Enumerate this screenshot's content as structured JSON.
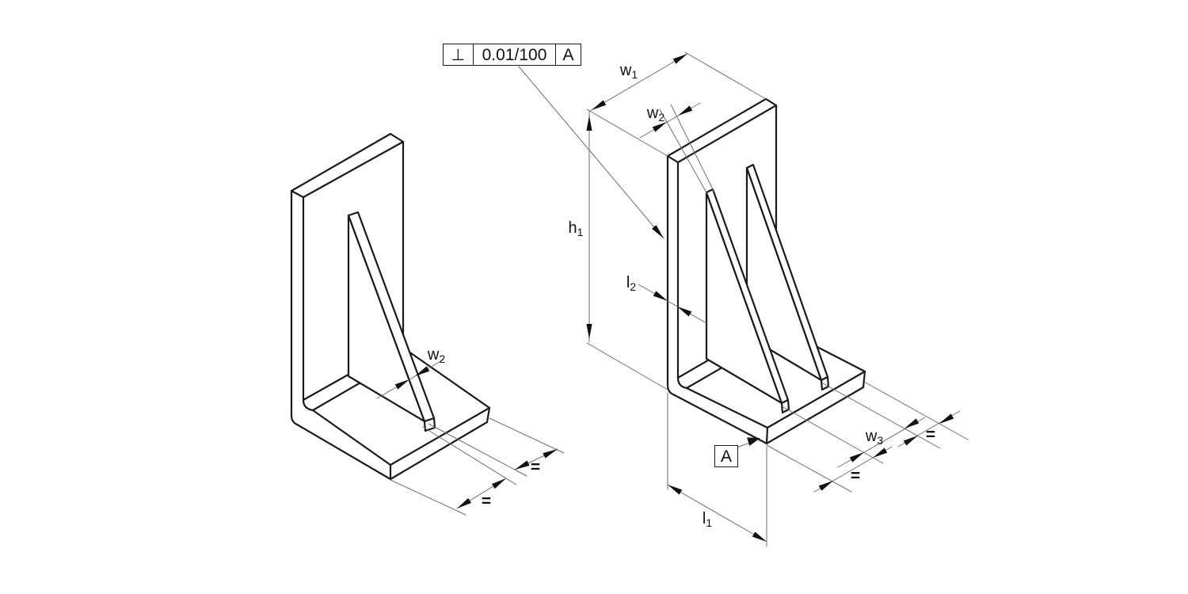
{
  "labels": {
    "w1": {
      "base": "w",
      "sub": "1"
    },
    "w2": {
      "base": "w",
      "sub": "2"
    },
    "w3": {
      "base": "w",
      "sub": "3"
    },
    "h1": {
      "base": "h",
      "sub": "1"
    },
    "l1": {
      "base": "l",
      "sub": "1"
    },
    "l2": {
      "base": "l",
      "sub": "2"
    },
    "equal": "="
  },
  "tolerance_frame": {
    "symbol": "⊥",
    "value": "0.01/100",
    "datum": "A"
  },
  "datum": {
    "label": "A"
  },
  "colors": {
    "edge": "#1a1a1a",
    "dim": "#6e6e6e",
    "arrow": "#111111",
    "background": "#ffffff"
  }
}
